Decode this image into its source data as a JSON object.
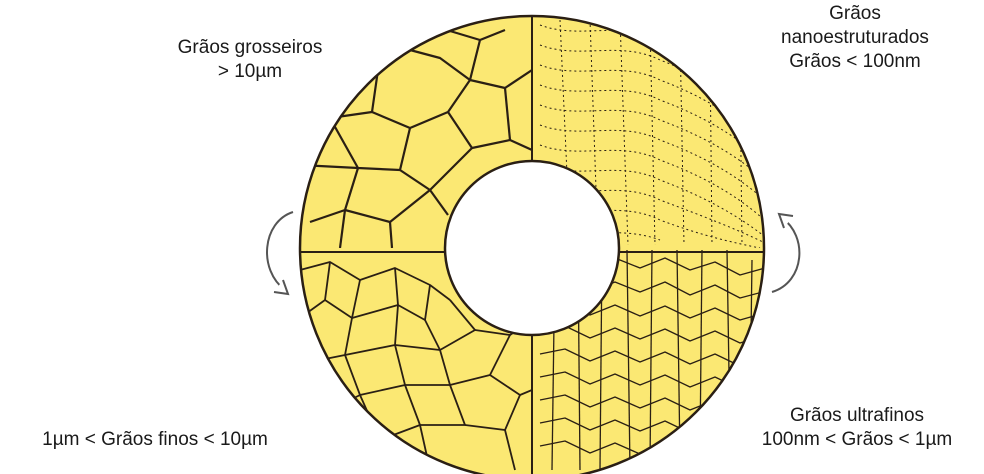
{
  "labels": {
    "coarse": [
      "Grãos grosseiros",
      "> 10µm"
    ],
    "nano": [
      "Grãos",
      "nanoestruturados",
      "Grãos < 100nm"
    ],
    "fine": [
      "1µm < Grãos finos < 10µm"
    ],
    "ultrafine": [
      "Grãos ultrafinos",
      "100nm < Grãos < 1µm"
    ]
  },
  "colors": {
    "grain_fill": "#fbe873",
    "grain_boundary": "#2a1f14",
    "background": "#ffffff",
    "arrow": "#555555"
  },
  "icons": {
    "left_arrow": "curved-arrow-icon",
    "right_arrow": "curved-arrow-icon"
  }
}
